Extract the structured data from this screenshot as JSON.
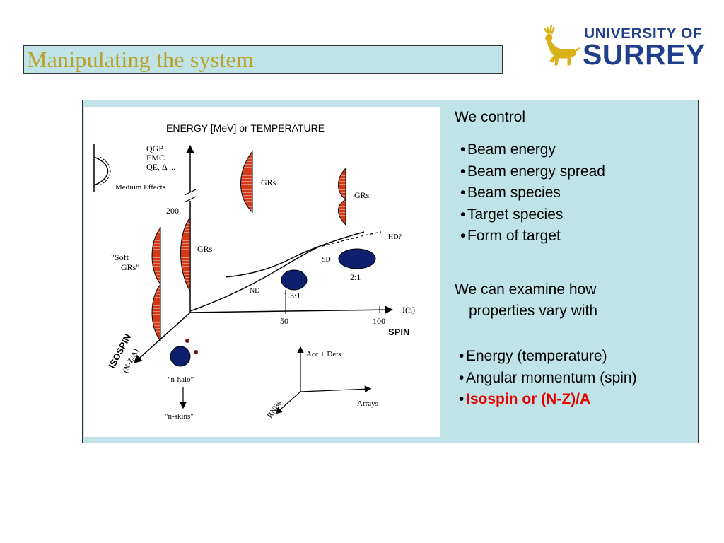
{
  "slide": {
    "title": "Manipulating the system"
  },
  "logo": {
    "line1": "UNIVERSITY OF",
    "line2": "SURREY"
  },
  "diagram": {
    "axis_energy_label": "ENERGY [MeV]  or  TEMPERATURE",
    "left_labels": [
      "QGP",
      "EMC",
      "QE, Δ ...",
      "Medium Effects"
    ],
    "tick_200": "200",
    "soft_grs_label_1": "\"Soft",
    "soft_grs_label_2": "GRs\"",
    "grs_left": "GRs",
    "grs_top_middle": "GRs",
    "grs_top_right": "GRs",
    "hd_label": "HD?",
    "sd_label": "SD",
    "nd_label": "ND",
    "ratio_1": "1.3:1",
    "ratio_2": "2:1",
    "tick_50": "50",
    "tick_100": "100",
    "spin_axis_unit": "I(h)",
    "spin_axis_label": "SPIN",
    "isospin_label": "ISOSPIN",
    "isospin_sub": "(N-Z/A)",
    "n_halo": "\"n-halo\"",
    "n_skins": "\"n-skins\"",
    "acc_dets": "Acc + Dets",
    "arrays": "Arrays",
    "rnbs": "RNBs"
  },
  "panel": {
    "heading_1": "We control",
    "control_items": [
      "Beam energy",
      "Beam energy spread",
      "Beam species",
      "Target species",
      "Form of target"
    ],
    "heading_2_line1": "We can examine how",
    "heading_2_line2": "properties vary with",
    "examine_items": [
      "Energy (temperature)",
      "Angular momentum (spin)",
      "Isospin or (N-Z)/A"
    ],
    "bullet_char": "•"
  },
  "colors": {
    "title_bg": "#bfe3e6",
    "title_text": "#b8a22a",
    "logo_blue": "#1f3f8a",
    "logo_gold": "#d9b21a",
    "highlight_red": "#e60000",
    "ellipse_navy": "#0d1f6e",
    "gr_red": "#d23a1a"
  }
}
